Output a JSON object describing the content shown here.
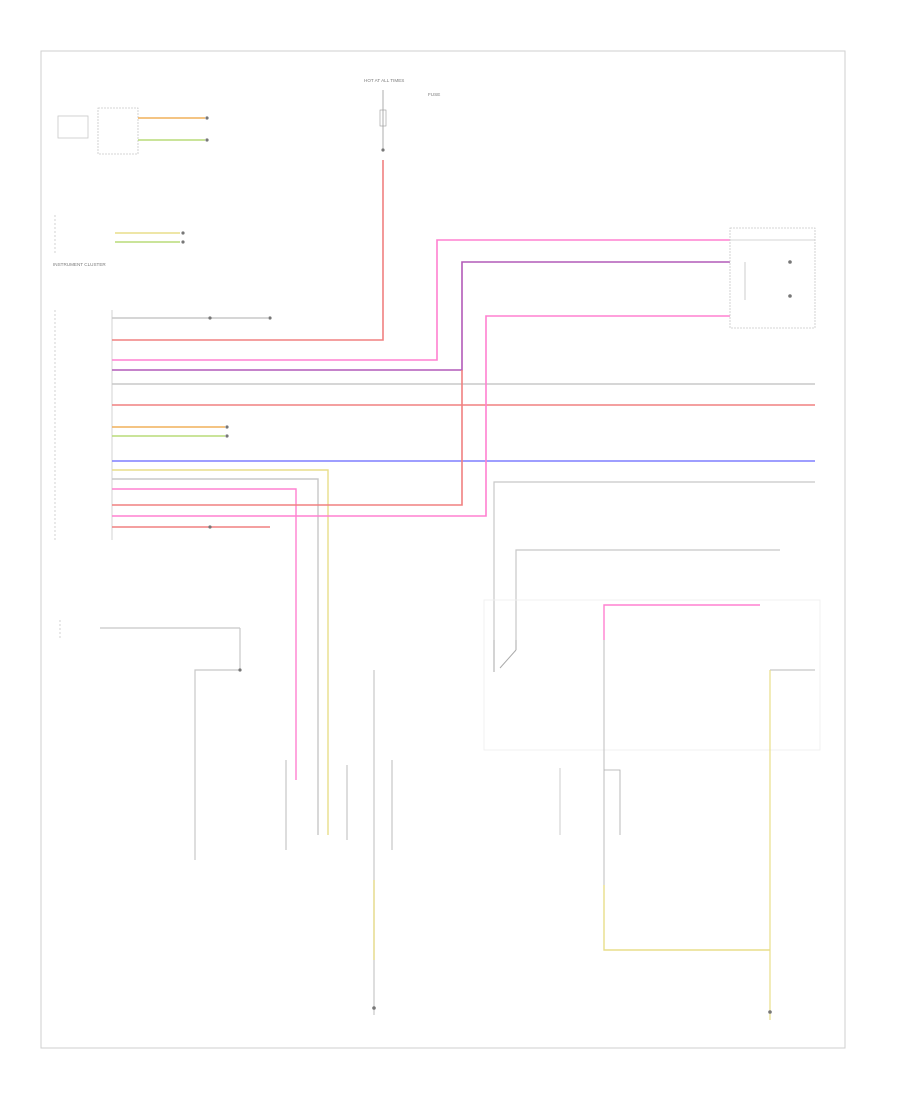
{
  "diagram": {
    "footer_code": "",
    "colors": {
      "red": "#f08080",
      "pink": "#ff80d0",
      "violet": "#b25ab8",
      "blue": "#7f7fff",
      "yellow": "#e8de8a",
      "orange": "#f0b05a",
      "green": "#b8dc78",
      "gray": "#c8c8c8"
    },
    "labels": {
      "fuse_supply": "HOT AT ALL TIMES",
      "fuse_box": "FUSE",
      "fuse_box_detail": "",
      "trunk_switch": "",
      "trunk_switch_sub": "",
      "instrument_cluster": "INSTRUMENT CLUSTER",
      "module": "",
      "trunk_lock": "",
      "lh_mirror_switch": "",
      "reversing_switch": "",
      "mirror_heater": "",
      "keyless_module": "",
      "fuel_gauge": "",
      "left_indicator": "",
      "horn": "",
      "sensor_sender": "",
      "fuel_sensor": "",
      "engine_ground": "",
      "ground_a": "",
      "ground_b": ""
    },
    "wire_labels": {
      "w1": "",
      "w2": "",
      "w3": "",
      "w4": "",
      "w5": "",
      "w6": ""
    }
  }
}
